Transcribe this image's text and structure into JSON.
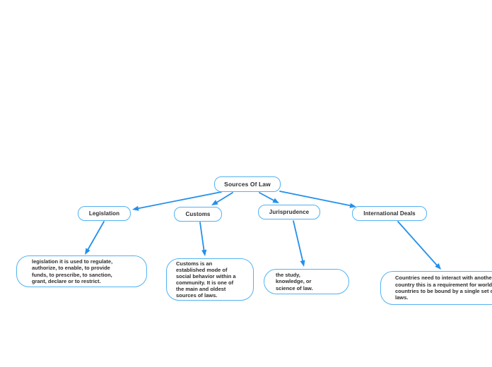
{
  "mindmap": {
    "root": {
      "label": "Sources Of Law"
    },
    "branches": [
      {
        "label": "Legislation",
        "description": "legislation it is used to regulate,\nauthorize, to enable, to provide\nfunds, to prescribe, to sanction,\ngrant, declare or to restrict."
      },
      {
        "label": "Customs",
        "description": "Customs is an\nestablished mode of\nsocial behavior within a\ncommunity. It is one of\nthe main and oldest\nsources of laws."
      },
      {
        "label": "Jurisprudence",
        "description": "the study,\nknowledge, or\nscience of law."
      },
      {
        "label": "International Deals",
        "description": "Countries need to interact with another\ncountry this is a requirement for world\ncountries to be bound by a single set of\nlaws."
      }
    ],
    "colors": {
      "node_border": "#52b2f2",
      "connector": "#2390ec",
      "text": "#2d2d2d",
      "background": "#ffffff"
    }
  }
}
